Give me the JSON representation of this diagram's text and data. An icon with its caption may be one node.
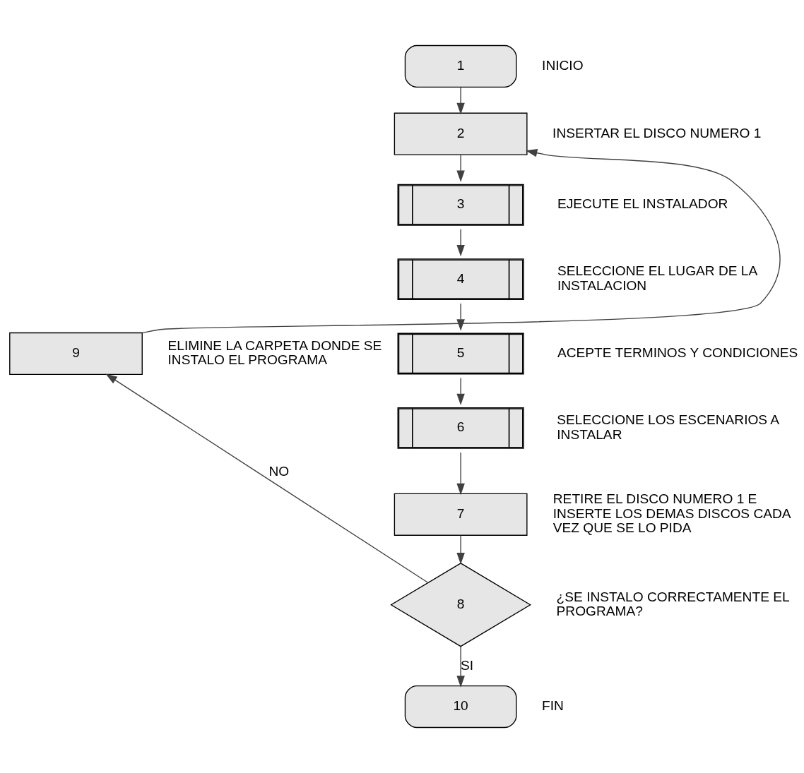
{
  "diagram": {
    "nodes": [
      {
        "text": [
          "1"
        ],
        "beside": [
          "INICIO"
        ]
      },
      {
        "text": [
          "2"
        ],
        "beside": [
          "INSERTAR EL DISCO NUMERO 1"
        ]
      },
      {
        "text": [
          "3"
        ],
        "beside": [
          "EJECUTE EL INSTALADOR"
        ]
      },
      {
        "text": [
          "4"
        ],
        "beside": [
          "SELECCIONE EL LUGAR DE LA INSTALACION"
        ]
      },
      {
        "text": [
          "5"
        ],
        "beside": [
          "ACEPTE TERMINOS Y CONDICIONES"
        ]
      },
      {
        "text": [
          "6"
        ],
        "beside": [
          "SELECCIONE LOS ESCENARIOS A INSTALAR"
        ]
      },
      {
        "text": [
          "7"
        ],
        "beside": [
          "RETIRE EL DISCO NUMERO 1 E INSERTE LOS DEMAS DISCOS CADA VEZ QUE SE LO PIDA"
        ]
      },
      {
        "text": [
          "8"
        ],
        "beside": [
          "¿SE INSTALO CORRECTAMENTE EL PROGRAMA?"
        ]
      },
      {
        "text": [
          "9"
        ],
        "beside": [
          "ELIMINE LA CARPETA DONDE SE INSTALO EL PROGRAMA"
        ]
      },
      {
        "text": [
          "10"
        ],
        "beside": [
          "FIN"
        ]
      }
    ],
    "edges": [
      {
        "from": 0,
        "to": 1,
        "arrow": "to"
      },
      {
        "from": 1,
        "to": 2,
        "arrow": "to"
      },
      {
        "from": 2,
        "to": 3,
        "arrow": "to"
      },
      {
        "from": 3,
        "to": 4,
        "arrow": "to"
      },
      {
        "from": 4,
        "to": 5,
        "arrow": "to"
      },
      {
        "from": 5,
        "to": 6,
        "arrow": "to"
      },
      {
        "from": 6,
        "to": 7,
        "arrow": "to"
      },
      {
        "from": 7,
        "to": 8,
        "label": "NO",
        "arrow": "to"
      },
      {
        "from": 8,
        "to": 1,
        "arrow": "to"
      },
      {
        "from": 7,
        "to": 9,
        "label": "SI",
        "arrow": "to"
      }
    ]
  }
}
